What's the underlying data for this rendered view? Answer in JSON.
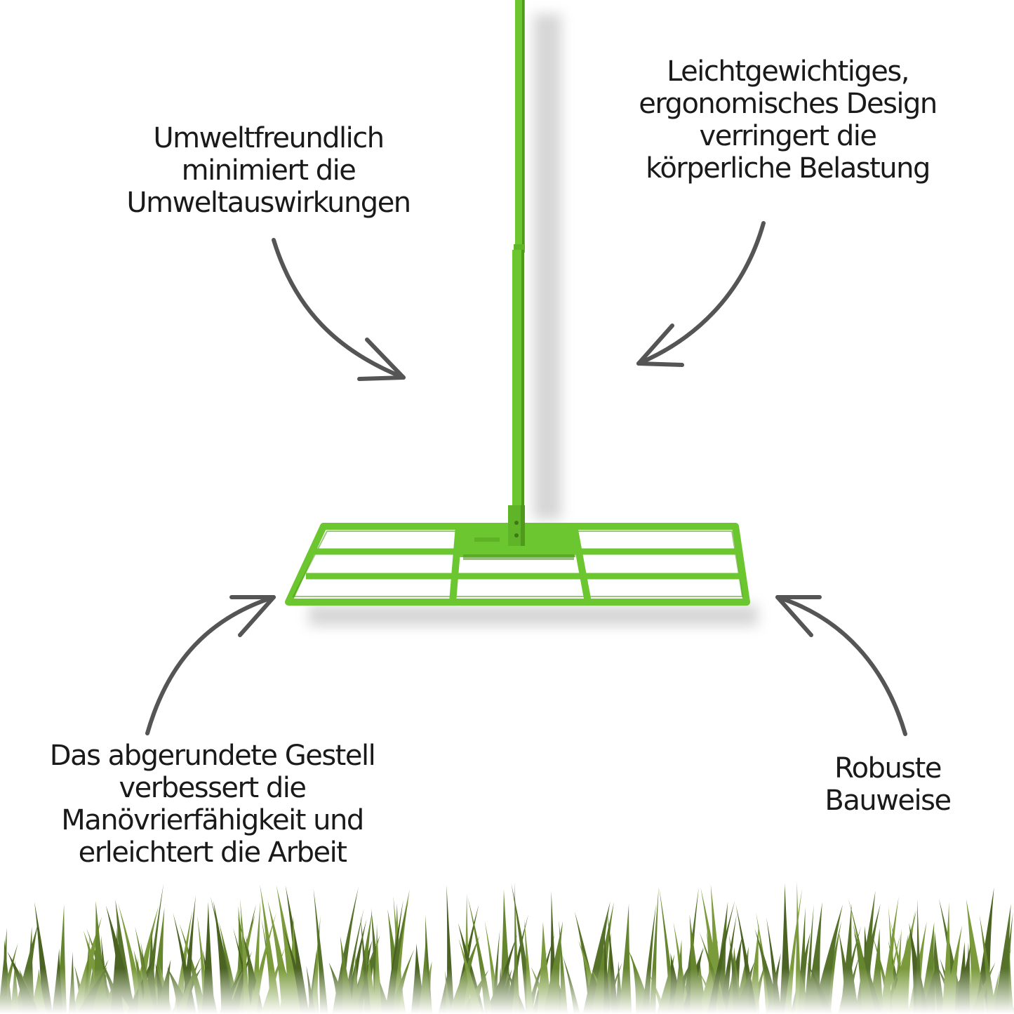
{
  "callouts": {
    "eco": {
      "lines": [
        "Umweltfreundlich",
        "minimiert die",
        "Umweltauswirkungen"
      ]
    },
    "ergonomic": {
      "lines": [
        "Leichtgewichtiges,",
        "ergonomisches Design",
        "verringert die",
        "körperliche Belastung"
      ]
    },
    "frame": {
      "lines": [
        "Das abgerundete Gestell",
        "verbessert die",
        "Manövrierfähigkeit und",
        "erleichtert die Arbeit"
      ]
    },
    "robust": {
      "lines": [
        "Robuste",
        "Bauweise"
      ]
    }
  },
  "product": {
    "name": "lawn-leveling-rake",
    "color": "#6cc62f",
    "color_dark": "#4f9a1c"
  },
  "colors": {
    "arrow": "#555555",
    "grass": "#55712a",
    "grass_light": "#7a9a3c",
    "text": "#1a1a1a",
    "background": "#ffffff"
  },
  "icons": {
    "arrows": [
      "curved-arrow-icon",
      "curved-arrow-icon",
      "curved-arrow-icon",
      "curved-arrow-icon"
    ]
  }
}
